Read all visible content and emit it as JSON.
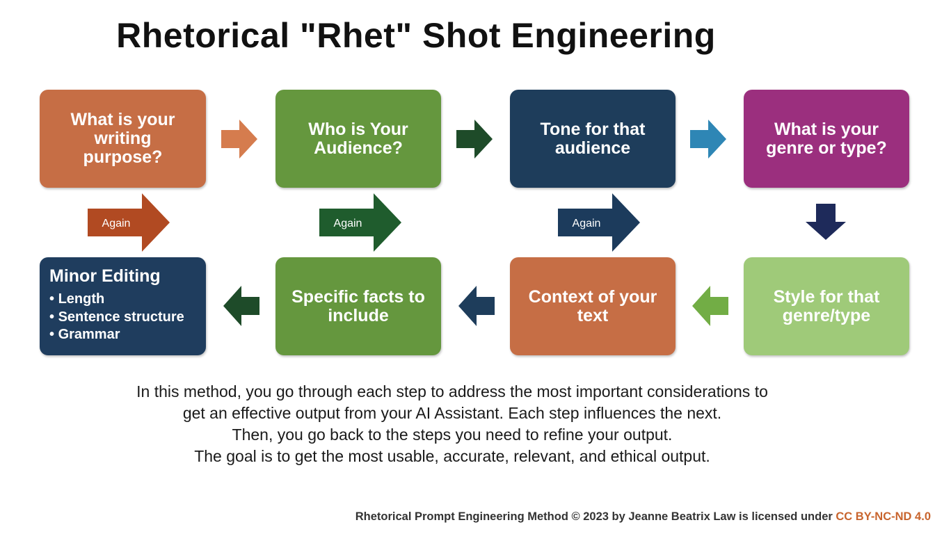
{
  "title": "Rhetorical \"Rhet\" Shot Engineering",
  "steps": {
    "purpose": "What is your writing purpose?",
    "audience": "Who is Your Audience?",
    "tone": "Tone for that audience",
    "genre": "What is your genre or type?",
    "style": "Style for that genre/type",
    "context": "Context of your text",
    "facts": "Specific facts to include",
    "minor": {
      "heading": "Minor Editing",
      "items": [
        "Length",
        "Sentence structure",
        "Grammar"
      ]
    }
  },
  "again_label": "Again",
  "description": [
    "In this method, you go through each step to address the most important considerations to",
    "get an effective output from your AI Assistant. Each step influences the next.",
    "Then, you go back to the steps you need to refine your output.",
    "The goal is to get the most usable, accurate, relevant, and ethical output."
  ],
  "footer": {
    "credit": "Rhetorical Prompt Engineering Method © 2023 by Jeanne Beatrix Law is licensed under ",
    "license": "CC BY-NC-ND 4.0"
  },
  "colors": {
    "orange": "#c66e45",
    "green": "#65973e",
    "navy": "#1e3d5b",
    "magenta": "#9b2f7e",
    "light_green": "#9fca79",
    "minor_navy": "#1f3d5e",
    "again_orange": "#b14a22",
    "again_green": "#1f5c2d",
    "again_navy": "#1c3b5c",
    "blue": "#2e86b5",
    "down_navy": "#1e2a5a",
    "arrow_orange": "#d57c4e",
    "arrow_dkgreen": "#1e4b29",
    "arrow_ltgreen": "#72ad45"
  }
}
